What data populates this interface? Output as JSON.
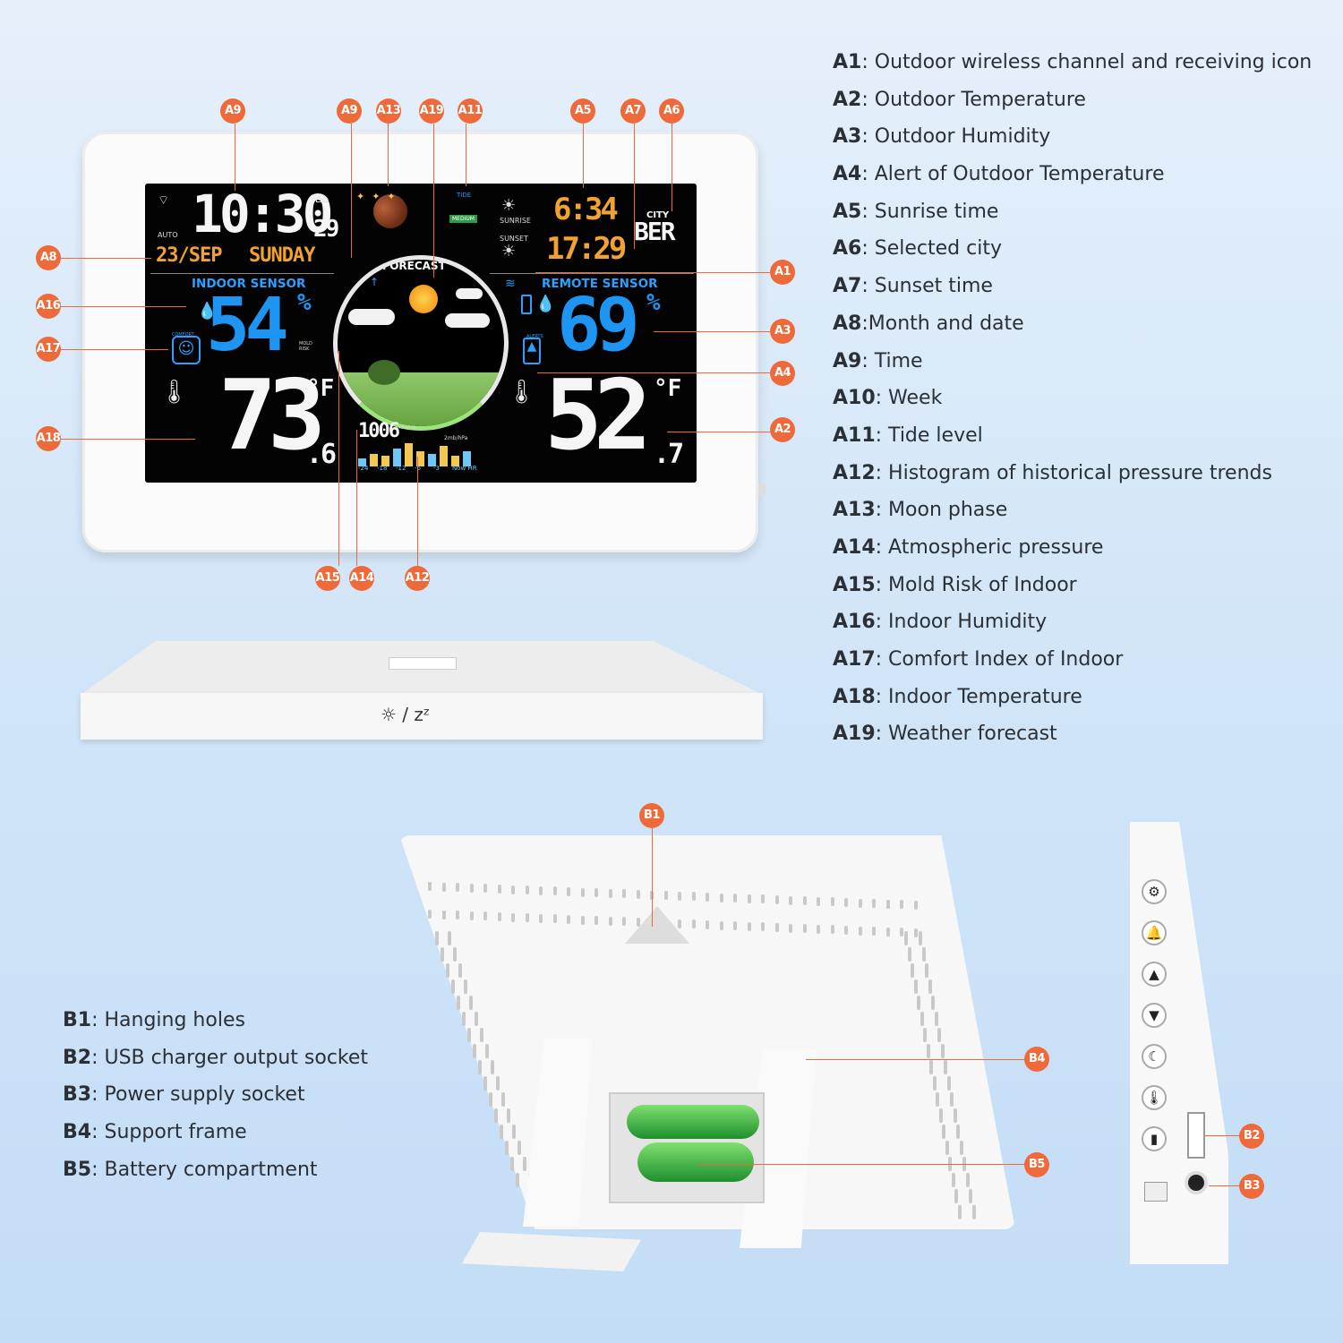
{
  "legend_a": [
    {
      "code": "A1",
      "text": ": Outdoor wireless channel and receiving icon"
    },
    {
      "code": "A2",
      "text": ": Outdoor Temperature"
    },
    {
      "code": "A3",
      "text": ": Outdoor Humidity"
    },
    {
      "code": "A4",
      "text": ": Alert of Outdoor Temperature"
    },
    {
      "code": "A5",
      "text": ": Sunrise time"
    },
    {
      "code": "A6",
      "text": ": Selected city"
    },
    {
      "code": "A7",
      "text": ": Sunset time"
    },
    {
      "code": "A8",
      "text": ":Month and date"
    },
    {
      "code": "A9",
      "text": ": Time"
    },
    {
      "code": "A10",
      "text": ": Week"
    },
    {
      "code": "A11",
      "text": ": Tide level"
    },
    {
      "code": "A12",
      "text": ": Histogram of historical pressure trends"
    },
    {
      "code": "A13",
      "text": ": Moon phase"
    },
    {
      "code": "A14",
      "text": ": Atmospheric pressure"
    },
    {
      "code": "A15",
      "text": ": Mold Risk of Indoor"
    },
    {
      "code": "A16",
      "text": ": Indoor Humidity"
    },
    {
      "code": "A17",
      "text": ": Comfort Index of Indoor"
    },
    {
      "code": "A18",
      "text": ": Indoor Temperature"
    },
    {
      "code": "A19",
      "text": ": Weather forecast"
    }
  ],
  "legend_b": [
    {
      "code": "B1",
      "text": ": Hanging holes"
    },
    {
      "code": "B2",
      "text": ": USB charger output socket"
    },
    {
      "code": "B3",
      "text": ": Power supply socket"
    },
    {
      "code": "B4",
      "text": ": Support frame"
    },
    {
      "code": "B5",
      "text": ": Battery compartment"
    }
  ],
  "badges": {
    "a9_left": "A9",
    "a9_right": "A9",
    "a13": "A13",
    "a19": "A19",
    "a11": "A11",
    "a5": "A5",
    "a7": "A7",
    "a6": "A6",
    "a8": "A8",
    "a16": "A16",
    "a17": "A17",
    "a18": "A18",
    "a1": "A1",
    "a3": "A3",
    "a4": "A4",
    "a2": "A2",
    "a15": "A15",
    "a14": "A14",
    "a12": "A12",
    "b1": "B1",
    "b4": "B4",
    "b5": "B5",
    "b2": "B2",
    "b3": "B3"
  },
  "screen": {
    "time": "10:30",
    "seconds": "29",
    "date": "23/SEP",
    "weekday": "SUNDAY",
    "tide_label": "TIDE",
    "tide_level": "MEDIUM",
    "sunrise_label": "SUNRISE",
    "sunrise_time": "6:34",
    "sunset_label": "SUNSET",
    "sunset_time": "17:29",
    "city_label": "CITY",
    "city": "BER",
    "forecast_label": "FORECAST",
    "indoor_label": "INDOOR SENSOR",
    "indoor_humidity": "54",
    "indoor_temp": "73",
    "indoor_temp_dec": ".6",
    "remote_label": "REMOTE SENSOR",
    "remote_humidity": "69",
    "remote_temp": "52",
    "remote_temp_dec": ".7",
    "percent": "%",
    "unit": "°F",
    "pressure": "1006",
    "pressure_unit": "hPa/mb",
    "hist_scale": "2mb/hPa",
    "hist_x": [
      "-24",
      "-18",
      "-12",
      "-6",
      "-3",
      "Now HR"
    ],
    "hist_values": [
      3,
      5,
      4,
      7,
      9,
      6,
      5,
      8,
      4,
      6
    ],
    "comfort_label": "COMFORT",
    "mold_label": "MOLD RISK",
    "alerts_label": "ALERTS",
    "auto_label": "AUTO"
  },
  "bottom_button_label": "☼ / zᶻ",
  "side_buttons": [
    "gear-icon",
    "bell-icon",
    "up-icon",
    "down-icon",
    "snooze-icon",
    "thermometer-icon",
    "chart-icon"
  ],
  "colors": {
    "accent": "#ee6a3b",
    "screen_blue": "#1e95f2",
    "screen_orange": "#f2a230"
  }
}
